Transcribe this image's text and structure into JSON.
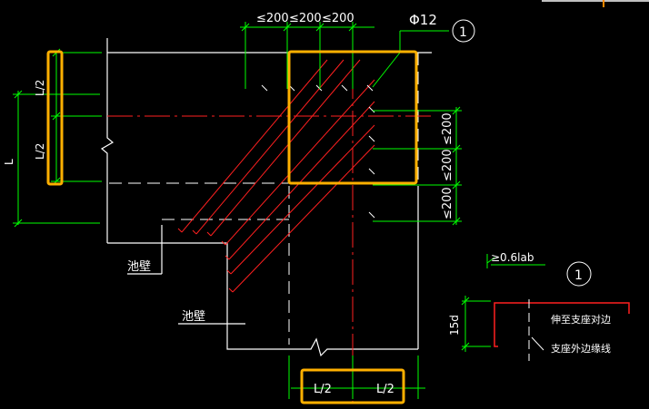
{
  "diagram": {
    "colors": {
      "background": "#000000",
      "wall": "#ffffff",
      "dimension": "#00ff00",
      "rebar": "#ff2020",
      "axis": "#ff2020",
      "highlight": "#ffb000",
      "text": "#ffffff",
      "corner_mark": "#ff8800"
    },
    "top_dims": [
      "≤200",
      "≤200",
      "≤200"
    ],
    "right_dims": [
      "≤200",
      "≤200",
      "≤200"
    ],
    "rebar_label": "Φ12",
    "callout_number": "1",
    "left_dims": {
      "half_top": "L/2",
      "half_bottom": "L/2",
      "total": "L"
    },
    "bottom_dims": {
      "left": "L/2",
      "right": "L/2"
    },
    "wall_labels": [
      "池壁",
      "池壁"
    ],
    "detail": {
      "number": "1",
      "anchor_dim": "≥0.6lab",
      "hook_dim": "15d",
      "note_extend": "伸至支座对边",
      "note_edge": "支座外边缘线"
    }
  }
}
